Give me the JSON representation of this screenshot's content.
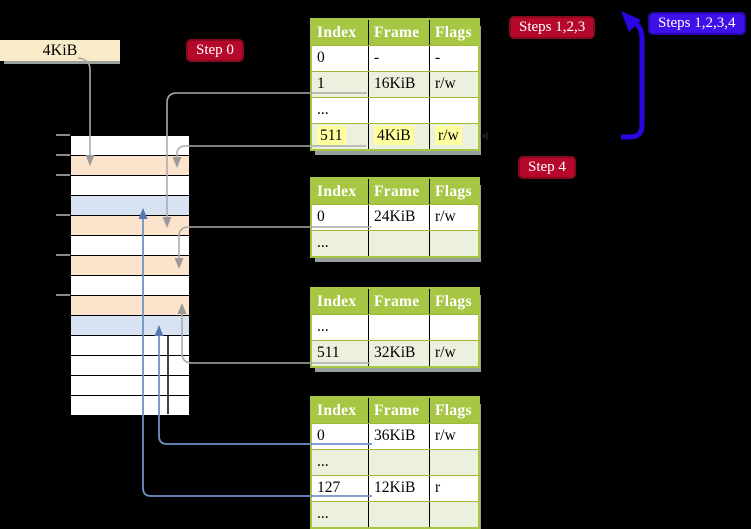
{
  "labels": {
    "size_box": "4KiB",
    "step0": "Step 0",
    "steps123": "Steps 1,2,3",
    "steps1234": "Steps 1,2,3,4",
    "step4": "Step 4"
  },
  "colors": {
    "background": "#000000",
    "table_header_bg": "#a6c644",
    "table_border": "#a6c644",
    "table_row_alt_bg": "#ebf1dc",
    "row_separator": "#9fb838",
    "highlight_bg": "#ffff9e",
    "memory_used_orange": "#fbe4cb",
    "memory_used_blue": "#d7e3f3",
    "label_red_bg": "#b5082b",
    "label_blue_bg": "#4010e8",
    "size_box_bg": "#f8ebc8",
    "connector_gray": "#ababab",
    "connector_blue": "#6f93c8",
    "big_arrow_blue": "#2a07e2"
  },
  "tables": [
    {
      "id": "page-table-1",
      "headers": [
        "Index",
        "Frame",
        "Flags"
      ],
      "rows": [
        {
          "index": "0",
          "frame": "-",
          "flags": "-",
          "shaded": false,
          "highlight": false
        },
        {
          "index": "1",
          "frame": "16KiB",
          "flags": "r/w",
          "shaded": true,
          "highlight": false
        },
        {
          "index": "...",
          "frame": "",
          "flags": "",
          "shaded": false,
          "highlight": false
        },
        {
          "index": "511",
          "frame": "4KiB",
          "flags": "r/w",
          "shaded": true,
          "highlight": true
        }
      ]
    },
    {
      "id": "page-table-2",
      "headers": [
        "Index",
        "Frame",
        "Flags"
      ],
      "rows": [
        {
          "index": "0",
          "frame": "24KiB",
          "flags": "r/w",
          "shaded": false,
          "highlight": false
        },
        {
          "index": "...",
          "frame": "",
          "flags": "",
          "shaded": true,
          "highlight": false
        }
      ]
    },
    {
      "id": "page-table-3",
      "headers": [
        "Index",
        "Frame",
        "Flags"
      ],
      "rows": [
        {
          "index": "...",
          "frame": "",
          "flags": "",
          "shaded": false,
          "highlight": false
        },
        {
          "index": "511",
          "frame": "32KiB",
          "flags": "r/w",
          "shaded": true,
          "highlight": false
        }
      ]
    },
    {
      "id": "page-table-4",
      "headers": [
        "Index",
        "Frame",
        "Flags"
      ],
      "rows": [
        {
          "index": "0",
          "frame": "36KiB",
          "flags": "r/w",
          "shaded": false,
          "highlight": false
        },
        {
          "index": "...",
          "frame": "",
          "flags": "",
          "shaded": true,
          "highlight": false
        },
        {
          "index": "127",
          "frame": "12KiB",
          "flags": "r",
          "shaded": false,
          "highlight": false
        },
        {
          "index": "...",
          "frame": "",
          "flags": "",
          "shaded": true,
          "highlight": false
        }
      ]
    }
  ],
  "memory": {
    "rows": [
      "white",
      "peach",
      "white",
      "blue",
      "peach",
      "white",
      "peach",
      "white",
      "peach",
      "blue",
      "white",
      "white",
      "white",
      "white"
    ],
    "tick_rows": [
      0,
      1,
      2,
      4,
      6,
      8
    ]
  }
}
